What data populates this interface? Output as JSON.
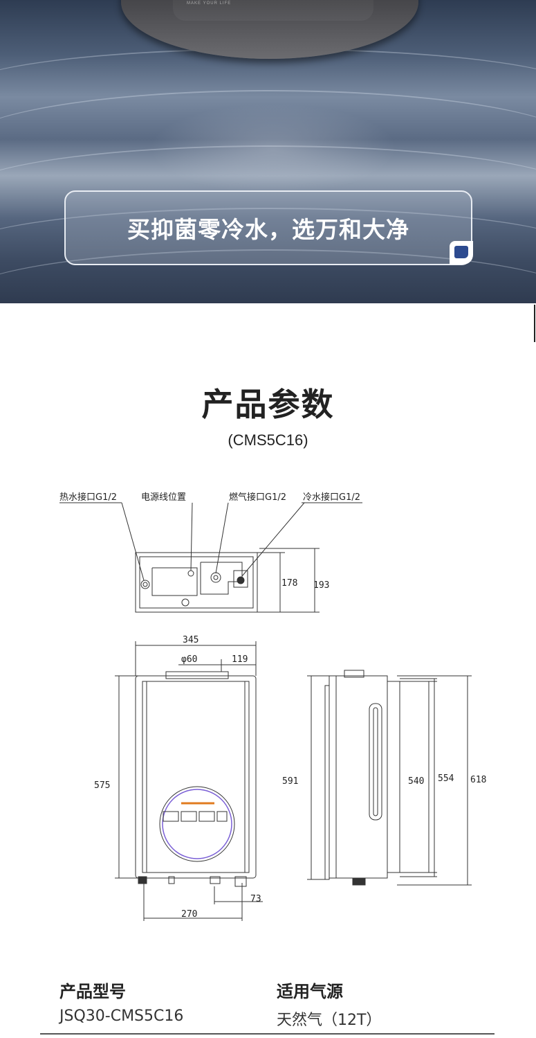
{
  "hero": {
    "device_mark": "MAKE YOUR LIFE",
    "slogan": "买抑菌零冷水，选万和大净"
  },
  "params": {
    "title": "产品参数",
    "model_paren": "(CMS5C16)"
  },
  "drawing": {
    "callouts": {
      "hot_water": "热水接口G1/2",
      "power_line": "电源线位置",
      "gas": "燃气接口G1/2",
      "cold_water": "冷水接口G1/2"
    },
    "top_view": {
      "depth_inner": "178",
      "depth_outer": "193"
    },
    "front_view": {
      "width": "345",
      "flue": "φ60",
      "flue_offset": "119",
      "height": "575",
      "bottom_span": "270",
      "offset_73": "73"
    },
    "side_view": {
      "height_591": "591",
      "height_540": "540",
      "height_554": "554",
      "height_618": "618"
    }
  },
  "specs": [
    {
      "label": "产品型号",
      "value": "JSQ30-CMS5C16"
    },
    {
      "label": "适用气源",
      "value": "天然气（12T）"
    }
  ]
}
